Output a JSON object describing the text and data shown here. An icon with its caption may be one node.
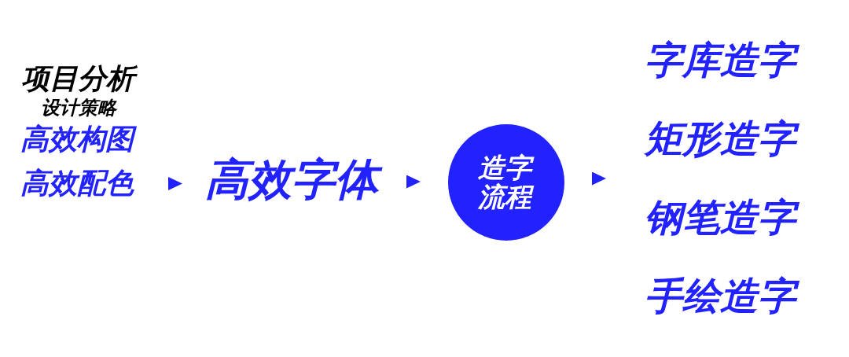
{
  "diagram": {
    "nodes": [
      {
        "text": [
          "项目分析",
          "设计策略",
          "高效构图",
          "高效配色"
        ]
      },
      {
        "text": [
          "高效字体"
        ]
      },
      {
        "text": [
          "造字流程"
        ]
      },
      {
        "text": [
          "字库造字",
          "矩形造字",
          "钢笔造字",
          "手绘造字"
        ]
      }
    ],
    "edges": [
      {
        "from": 0,
        "to": 1,
        "arrow": "to"
      },
      {
        "from": 1,
        "to": 2,
        "arrow": "to"
      },
      {
        "from": 2,
        "to": 3,
        "arrow": "to"
      }
    ]
  }
}
